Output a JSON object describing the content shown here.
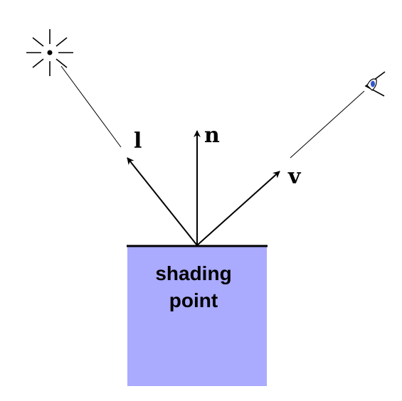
{
  "vectors": {
    "light": {
      "label": "l",
      "icon": "light-source-icon"
    },
    "normal": {
      "label": "n"
    },
    "view": {
      "label": "v",
      "icon": "eye-icon"
    }
  },
  "surface": {
    "label_line1": "shading",
    "label_line2": "point",
    "fill_color": "#aaaaff",
    "edge_color": "#000000"
  },
  "colors": {
    "stroke": "#000000",
    "eye_iris": "#3355cc"
  }
}
